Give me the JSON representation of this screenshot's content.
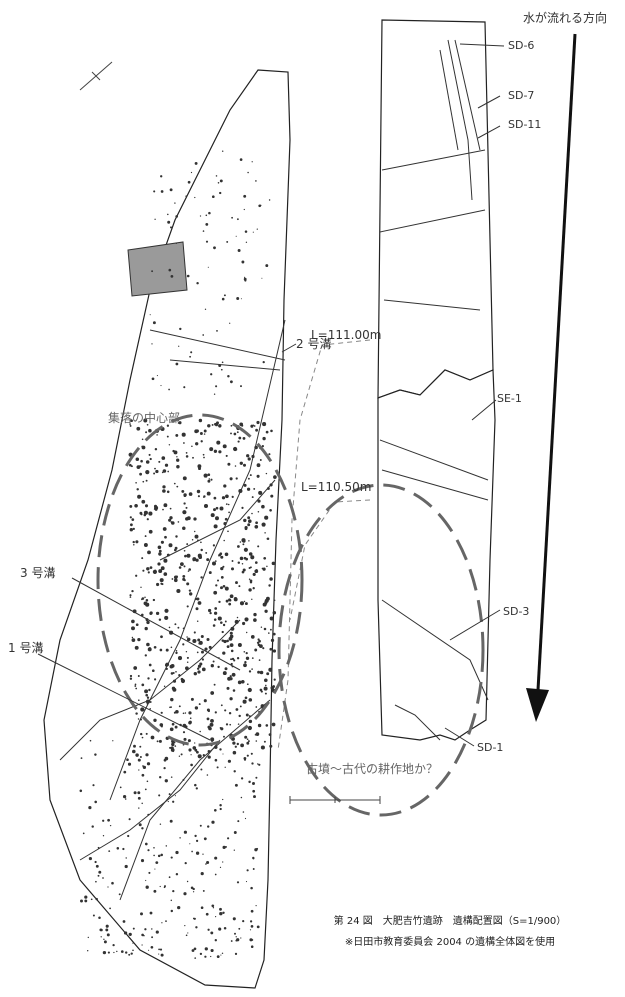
{
  "labels": {
    "flow_direction": "水が流れる方向",
    "village_center": "集落の中心部",
    "ditch_2": "2 号溝",
    "ditch_3": "3 号溝",
    "ditch_1": "1 号溝",
    "level_upper": "L=111.00m",
    "level_lower": "L=110.50m",
    "farmland": "古墳〜古代の耕作地か？",
    "sd6": "SD-6",
    "sd7": "SD-7",
    "sd11": "SD-11",
    "se1": "SE-1",
    "sd3": "SD-3",
    "sd1": "SD-1"
  },
  "caption": {
    "line1": "第 24 図　大肥吉竹遺跡　遺構配置図（S=1/900）",
    "line2": "※日田市教育委員会 2004 の遺構全体図を使用"
  },
  "colors": {
    "ink": "#222222",
    "dashed_ellipse": "#666666",
    "shaded_area": "#9a9a9a",
    "label_text": "#333333"
  }
}
